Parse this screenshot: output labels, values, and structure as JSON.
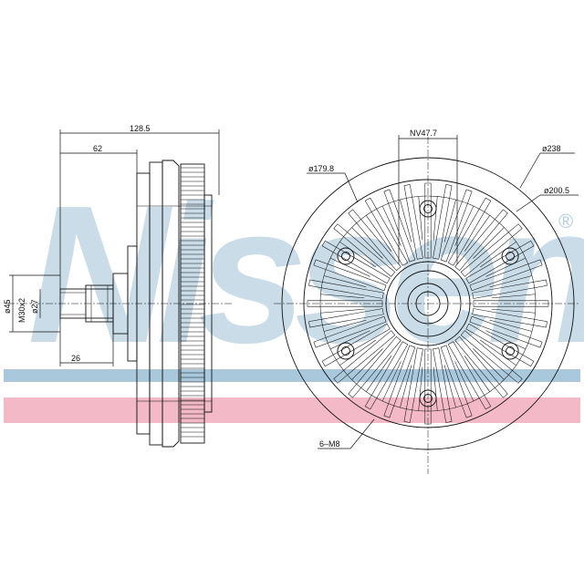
{
  "watermark": {
    "text": "Nissens",
    "registered_mark": "®",
    "colors": {
      "blue": "#9ec0d6",
      "pink": "#f2b3c2"
    }
  },
  "side_view": {
    "dim_overall_length": "128.5",
    "dim_hub_length": "62",
    "dim_shaft_length": "26",
    "dim_outer_diameter": "ø45",
    "dim_thread": "M30x2",
    "dim_inner_diameter": "ø27"
  },
  "front_view": {
    "dim_nut_size": "NV47.7",
    "dim_body_diameter": "ø238",
    "dim_fin_diameter": "ø200.5",
    "dim_inner_ring": "ø179.8",
    "dim_bolts": "6–M8"
  }
}
